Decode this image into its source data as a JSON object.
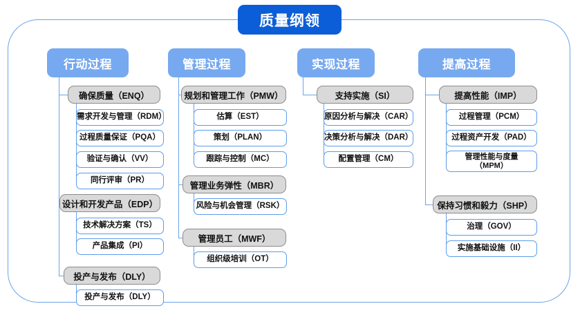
{
  "diagram": {
    "root": {
      "label": "质量纲领"
    },
    "columns": [
      {
        "id": "action",
        "header": "行动过程",
        "groups": [
          {
            "label": "确保质量（ENQ）",
            "items": [
              "需求开发与管理（RDM）",
              "过程质量保证（PQA）",
              "验证与确认（VV）",
              "同行评审（PR）"
            ]
          },
          {
            "label": "设计和开发产品（EDP）",
            "items": [
              "技术解决方案（TS）",
              "产品集成（PI）"
            ]
          },
          {
            "label": "投产与发布（DLY）",
            "items": [
              "投产与发布（DLY）"
            ]
          }
        ]
      },
      {
        "id": "manage",
        "header": "管理过程",
        "groups": [
          {
            "label": "规划和管理工作（PMW）",
            "items": [
              "估算（EST）",
              "策划（PLAN）",
              "跟踪与控制（MC）"
            ]
          },
          {
            "label": "管理业务弹性（MBR）",
            "items": [
              "风险与机会管理（RSK）"
            ]
          },
          {
            "label": "管理员工（MWF）",
            "items": [
              "组织级培训（OT）"
            ]
          }
        ]
      },
      {
        "id": "realize",
        "header": "实现过程",
        "groups": [
          {
            "label": "支持实施（SI）",
            "items": [
              "原因分析与解决（CAR）",
              "决策分析与解决（DAR）",
              "配置管理（CM）"
            ]
          }
        ]
      },
      {
        "id": "improve",
        "header": "提高过程",
        "groups": [
          {
            "label": "提高性能（IMP）",
            "items": [
              "过程管理（PCM）",
              "过程资产开发（PAD）",
              "管理性能与度量\n（MPM）"
            ]
          },
          {
            "label": "保持习惯和毅力（SHP）",
            "items": [
              "治理（GOV）",
              "实施基础设施（II）"
            ]
          }
        ]
      }
    ]
  },
  "colors": {
    "root_fill": "#0b5ed7",
    "header_fill": "#76a9f0",
    "group_fill": "#d9d9d9",
    "group_border": "#8c8c8c",
    "leaf_border": "#5b9bea",
    "line": "#6aa3e8",
    "frame_border": "#6aa3e8",
    "background": "#ffffff"
  }
}
